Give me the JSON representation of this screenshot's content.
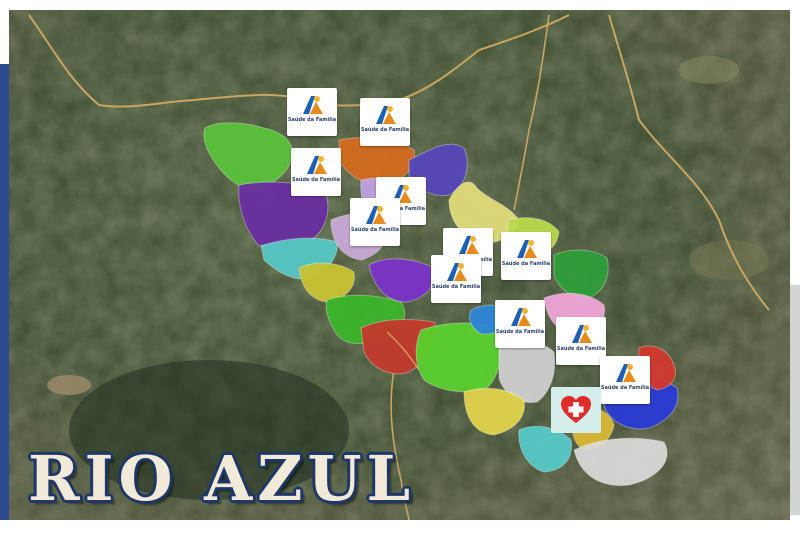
{
  "map": {
    "title": "RIO AZUL",
    "basemap": "satellite-imagery",
    "colors": {
      "title_fill": "#f2ead8",
      "title_outline": "#1f3668",
      "frame_accent": "#2d4b8c"
    },
    "regions": [
      {
        "color": "#59c23a"
      },
      {
        "color": "#6a2fa0"
      },
      {
        "color": "#57c7c3"
      },
      {
        "color": "#c9c232"
      },
      {
        "color": "#3bb52a"
      },
      {
        "color": "#c9a9d6"
      },
      {
        "color": "#d46a1f"
      },
      {
        "color": "#5547b8"
      },
      {
        "color": "#c0a0e0"
      },
      {
        "color": "#e0dc7a"
      },
      {
        "color": "#7a33c8"
      },
      {
        "color": "#c23a2c"
      },
      {
        "color": "#5ad02e"
      },
      {
        "color": "#cfcfcf"
      },
      {
        "color": "#2e86d6"
      },
      {
        "color": "#2f9e3a"
      },
      {
        "color": "#f0a5d8"
      },
      {
        "color": "#2a3bd4"
      },
      {
        "color": "#d23a2e"
      },
      {
        "color": "#d8b934"
      },
      {
        "color": "#e2d34c"
      },
      {
        "color": "#56c9c7"
      },
      {
        "color": "#d8d8d8"
      },
      {
        "color": "#b9d94b"
      }
    ],
    "markers": [
      {
        "type": "health-unit",
        "label": "Saúde da Família",
        "icon": "health-unit-logo-icon"
      },
      {
        "type": "health-unit",
        "label": "Saúde da Família",
        "icon": "health-unit-logo-icon"
      },
      {
        "type": "health-unit",
        "label": "Saúde da Família",
        "icon": "health-unit-logo-icon"
      },
      {
        "type": "health-unit",
        "label": "Saúde da Família",
        "icon": "health-unit-logo-icon"
      },
      {
        "type": "health-unit",
        "label": "Saúde da Família",
        "icon": "health-unit-logo-icon"
      },
      {
        "type": "health-unit",
        "label": "Saúde da Família",
        "icon": "health-unit-logo-icon"
      },
      {
        "type": "health-unit",
        "label": "Saúde da Família",
        "icon": "health-unit-logo-icon"
      },
      {
        "type": "health-unit",
        "label": "Saúde da Família",
        "icon": "health-unit-logo-icon"
      },
      {
        "type": "health-unit",
        "label": "Saúde da Família",
        "icon": "health-unit-logo-icon"
      },
      {
        "type": "health-unit",
        "label": "Saúde da Família",
        "icon": "health-unit-logo-icon"
      },
      {
        "type": "health-unit",
        "label": "Saúde da Família",
        "icon": "health-unit-logo-icon"
      },
      {
        "type": "hospital",
        "icon": "hospital-heart-cross-icon"
      }
    ]
  }
}
